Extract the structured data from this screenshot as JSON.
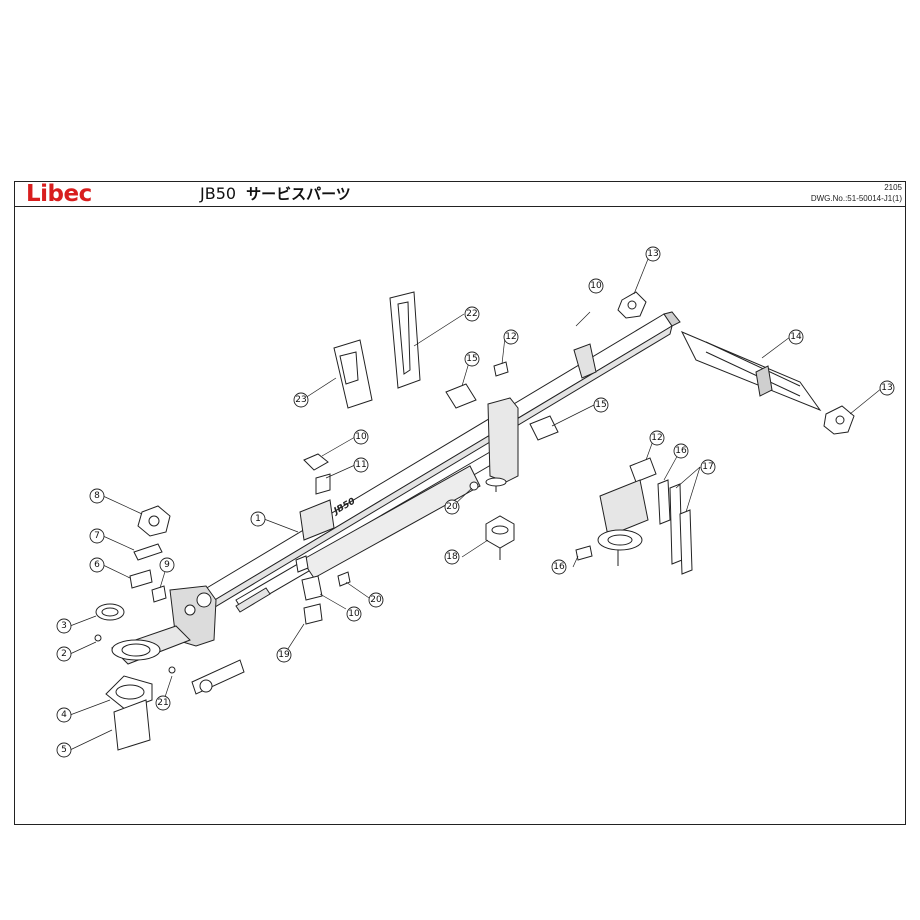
{
  "header": {
    "logo_text": "Libec",
    "model": "JB50",
    "title_jp": "サービスパーツ",
    "revision": "2105",
    "drawing_number": "DWG.No.:51-50014-J1(1)"
  },
  "colors": {
    "logo_red": "#d81e1e",
    "line": "#222222"
  },
  "callouts": [
    "1",
    "2",
    "3",
    "4",
    "5",
    "6",
    "7",
    "8",
    "9",
    "10",
    "10",
    "10",
    "11",
    "12",
    "12",
    "13",
    "13",
    "14",
    "15",
    "15",
    "16",
    "16",
    "17",
    "18",
    "19",
    "20",
    "20",
    "21",
    "22",
    "23"
  ]
}
